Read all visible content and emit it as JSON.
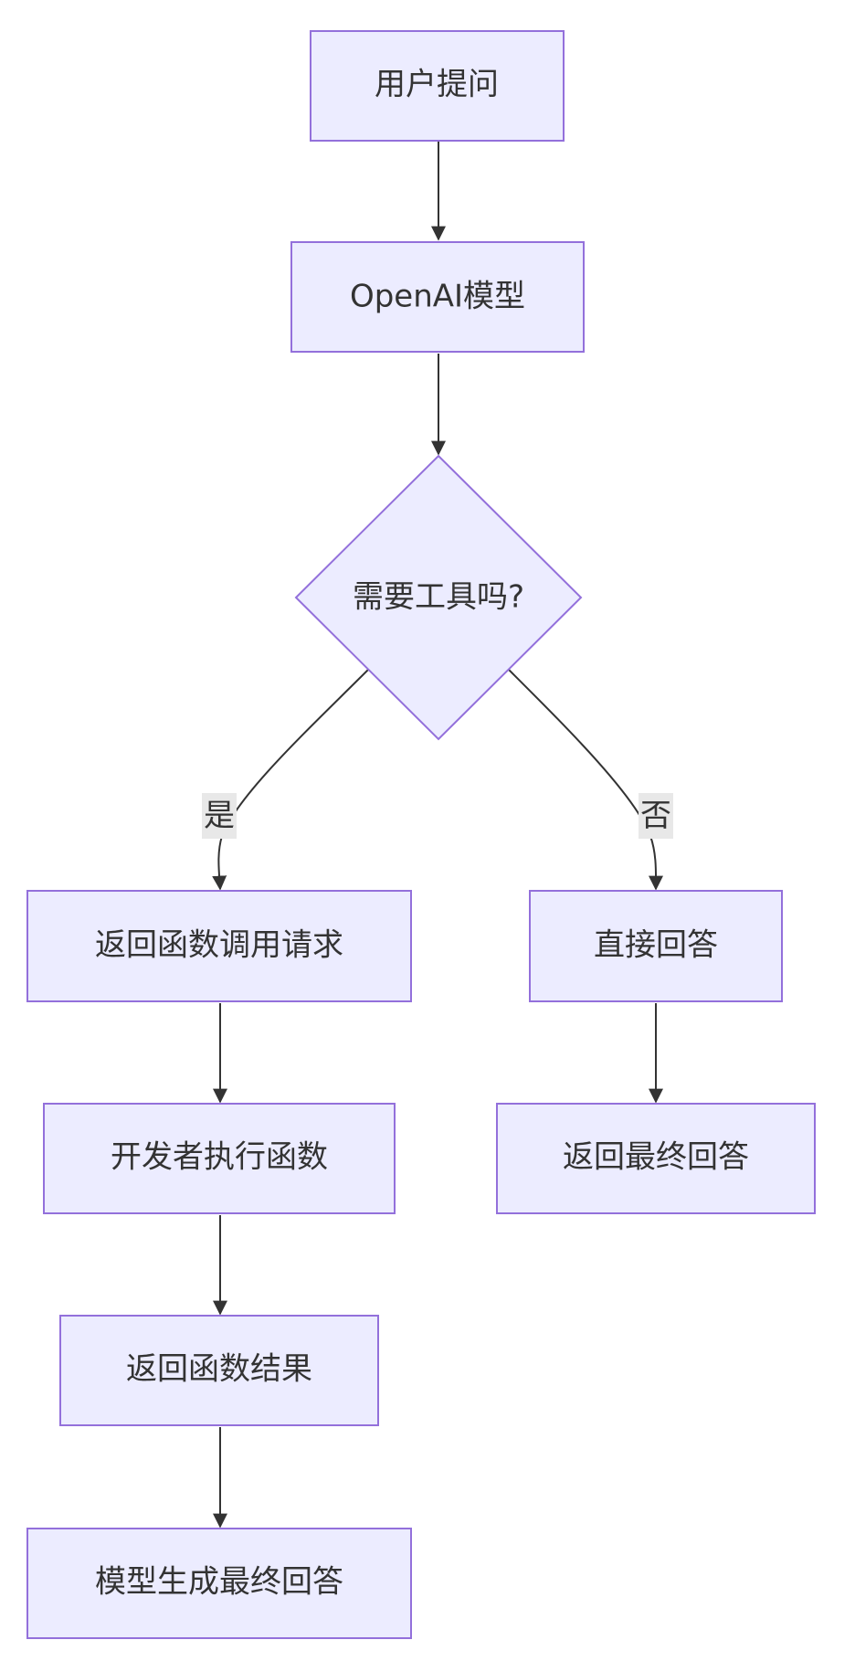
{
  "diagram": {
    "nodes": {
      "user_question": "用户提问",
      "openai_model": "OpenAI模型",
      "need_tool": "需要工具吗?",
      "return_call": "返回函数调用请求",
      "dev_execute": "开发者执行函数",
      "return_result": "返回函数结果",
      "model_final": "模型生成最终回答",
      "direct_answer": "直接回答",
      "return_final": "返回最终回答"
    },
    "edges": {
      "yes_label": "是",
      "no_label": "否"
    }
  }
}
